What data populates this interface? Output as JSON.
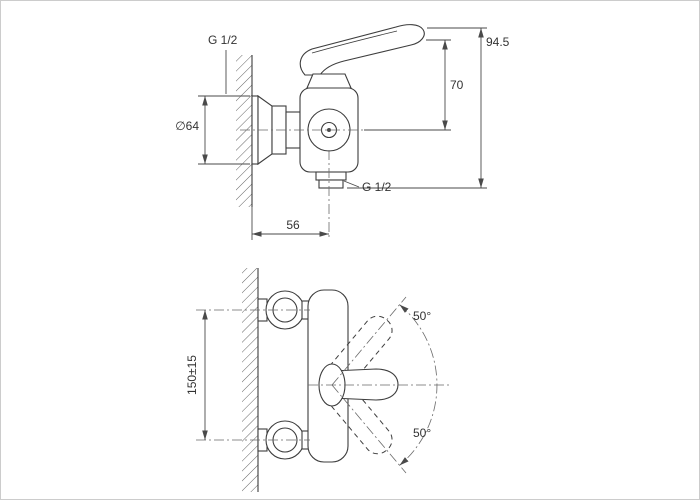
{
  "colors": {
    "line": "#3d3d3d",
    "dim": "#4a4a4a",
    "centerline": "#6a6a6a",
    "text": "#333333",
    "background": "#ffffff",
    "border": "#cccccc"
  },
  "top_view": {
    "labels": {
      "thread_top": "G 1/2",
      "diameter": "∅64",
      "height_handle": "70",
      "height_total": "94.5",
      "thread_bottom": "G 1/2",
      "depth": "56"
    }
  },
  "bottom_view": {
    "labels": {
      "mount_spacing": "150±15",
      "swing_upper": "50°",
      "swing_lower": "50°"
    }
  }
}
